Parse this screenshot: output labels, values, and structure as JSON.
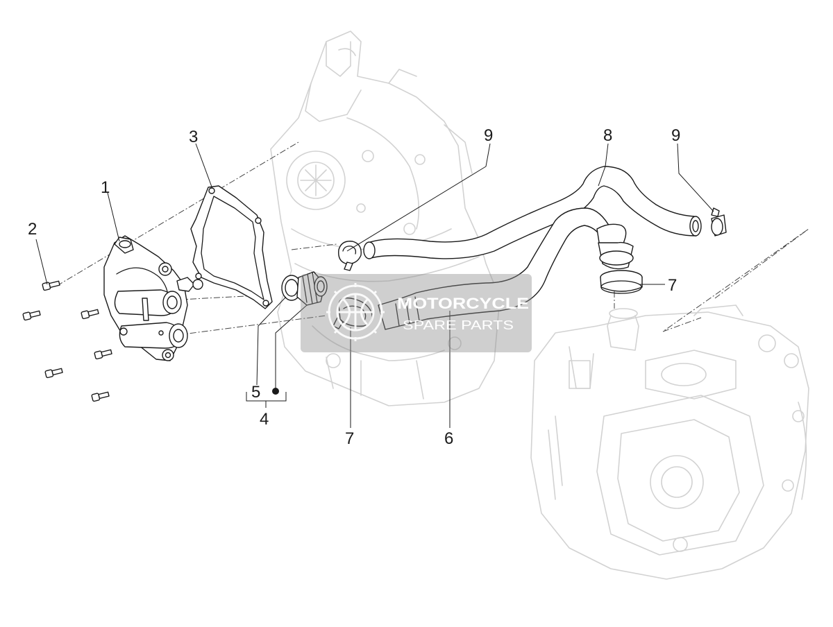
{
  "callouts": {
    "c1": "1",
    "c2": "2",
    "c3": "3",
    "c4": "4",
    "c5": "5",
    "c6": "6",
    "c7a": "7",
    "c7b": "7",
    "c8": "8",
    "c9a": "9",
    "c9b": "9"
  },
  "watermark": {
    "brand": "MOTORCYCLE",
    "tagline": "SPARE PARTS",
    "bg_color": "#8c8c8c",
    "text_color": "#ffffff"
  },
  "icons": {
    "watermark": "gear-globe-icon",
    "bullet": "filled-dot-icon"
  }
}
